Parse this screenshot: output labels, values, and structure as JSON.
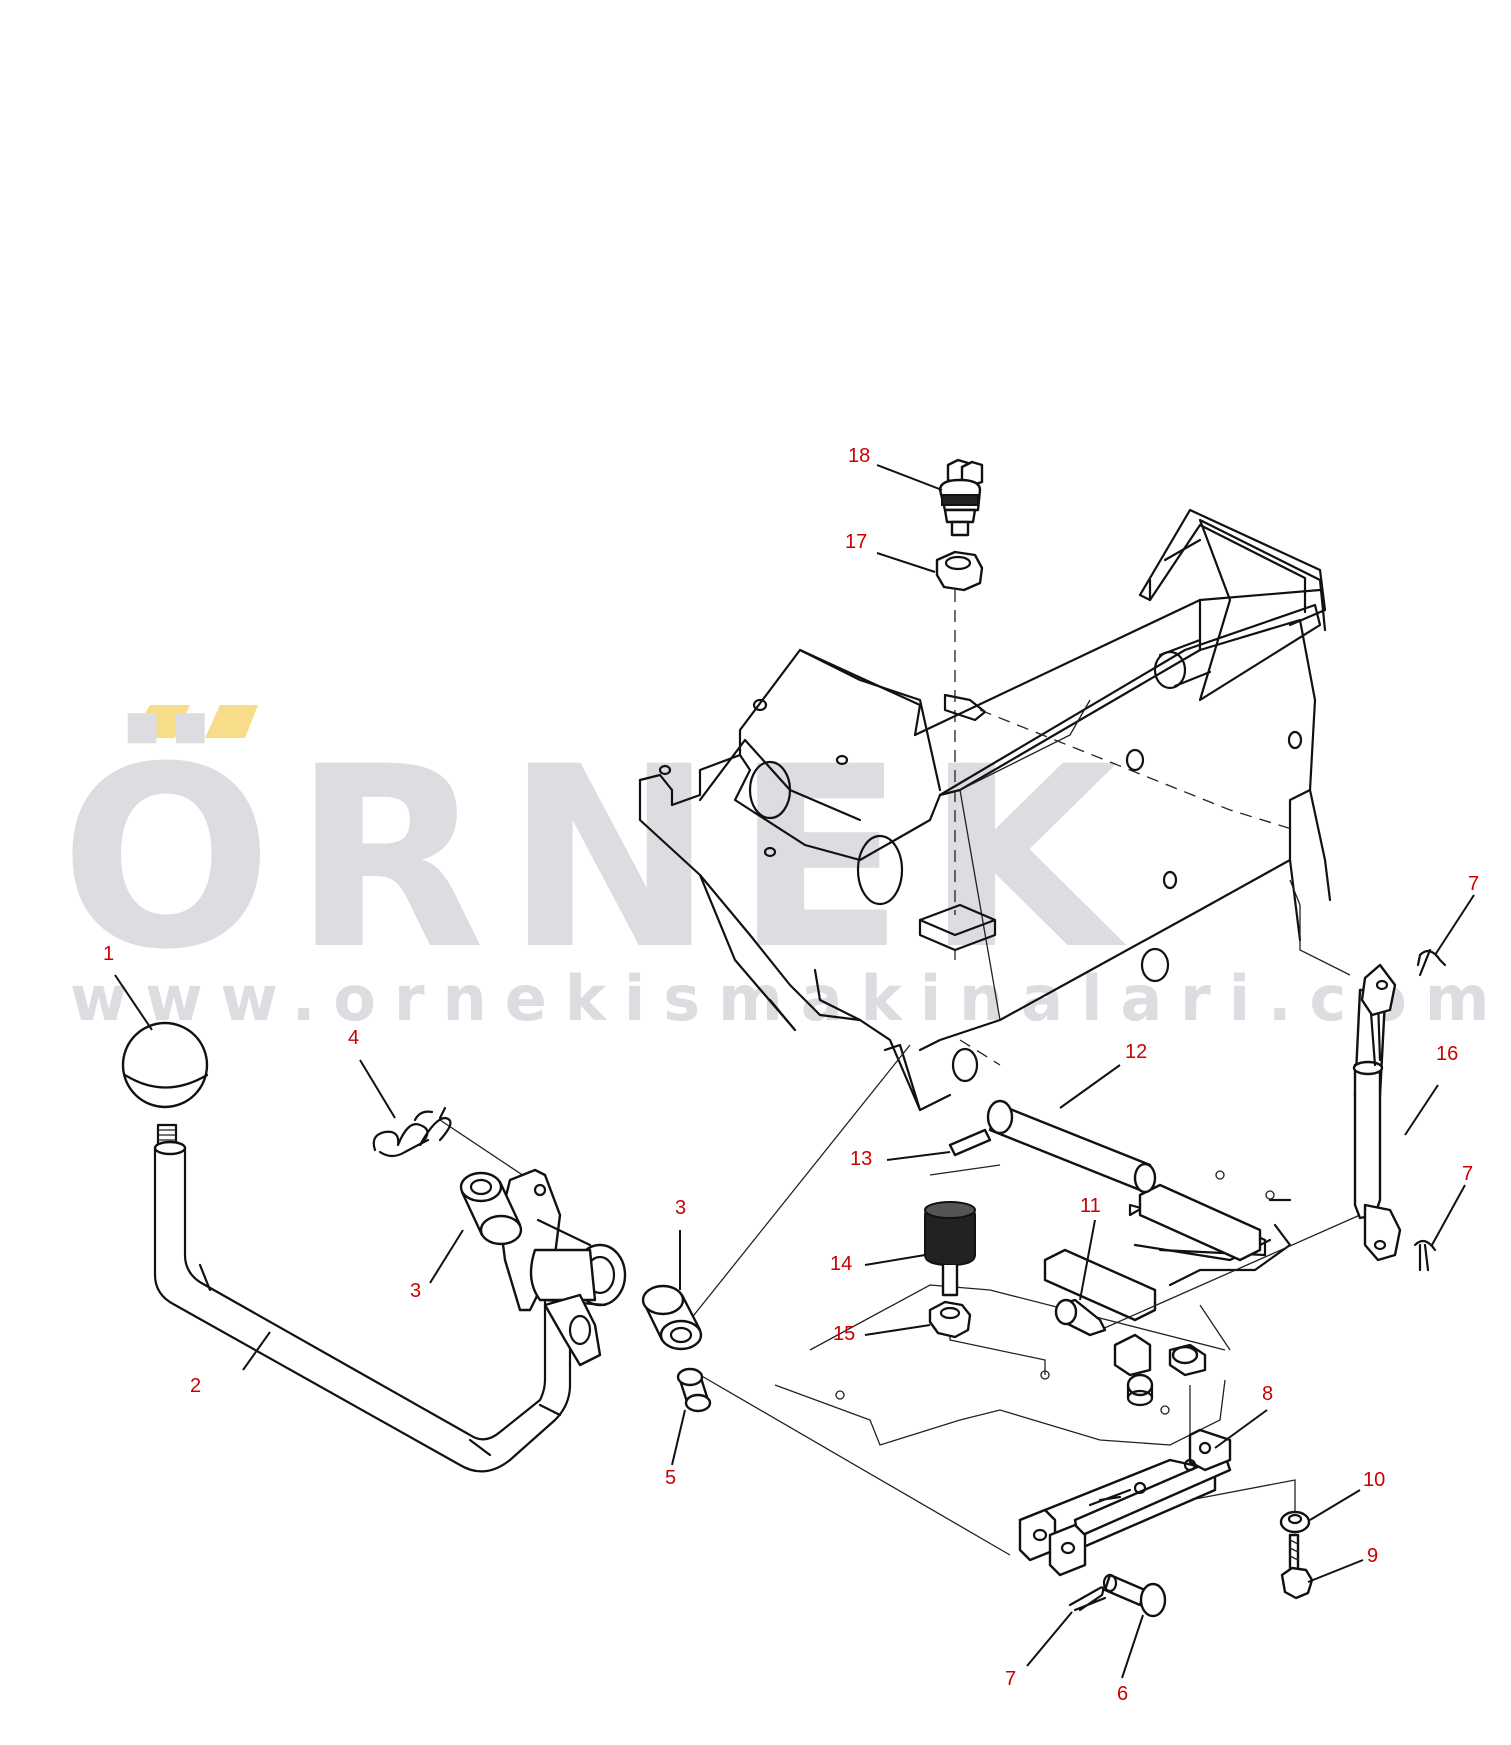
{
  "watermark": {
    "brand": "ÖRNEK",
    "url": "www.ornekismakinalari.com.tr",
    "accent_color": "#f7dc8a",
    "text_color": "#dcdce1"
  },
  "callout_color": "#cc0000",
  "callouts": {
    "c1": "1",
    "c2": "2",
    "c3a": "3",
    "c3b": "3",
    "c4": "4",
    "c5": "5",
    "c6": "6",
    "c7a": "7",
    "c7b": "7",
    "c7c": "7",
    "c8": "8",
    "c9": "9",
    "c10": "10",
    "c11": "11",
    "c12": "12",
    "c13": "13",
    "c14": "14",
    "c15": "15",
    "c16": "16",
    "c17": "17",
    "c18": "18"
  }
}
